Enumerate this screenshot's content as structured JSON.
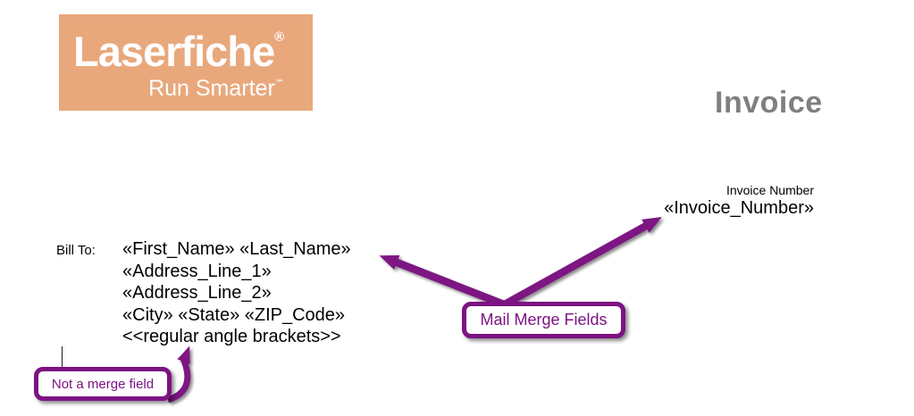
{
  "logo": {
    "brand": "Laserfiche",
    "registered_mark": "®",
    "tagline": "Run Smarter",
    "service_mark": "℠",
    "bg_color": "#E8A87C",
    "text_color": "#FFFFFF"
  },
  "title": {
    "text": "Invoice",
    "color": "#7F7F7F"
  },
  "invoice_number": {
    "label": "Invoice Number",
    "field": "«Invoice_Number»"
  },
  "bill_to": {
    "label": "Bill To:",
    "lines": [
      "«First_Name» «Last_Name»",
      "«Address_Line_1»",
      "«Address_Line_2»",
      "«City» «State» «ZIP_Code»",
      "<<regular angle brackets>>"
    ]
  },
  "callouts": {
    "accent_color": "#7D1283",
    "mail_merge_label": "Mail Merge Fields",
    "not_merge_label": "Not a merge field"
  }
}
